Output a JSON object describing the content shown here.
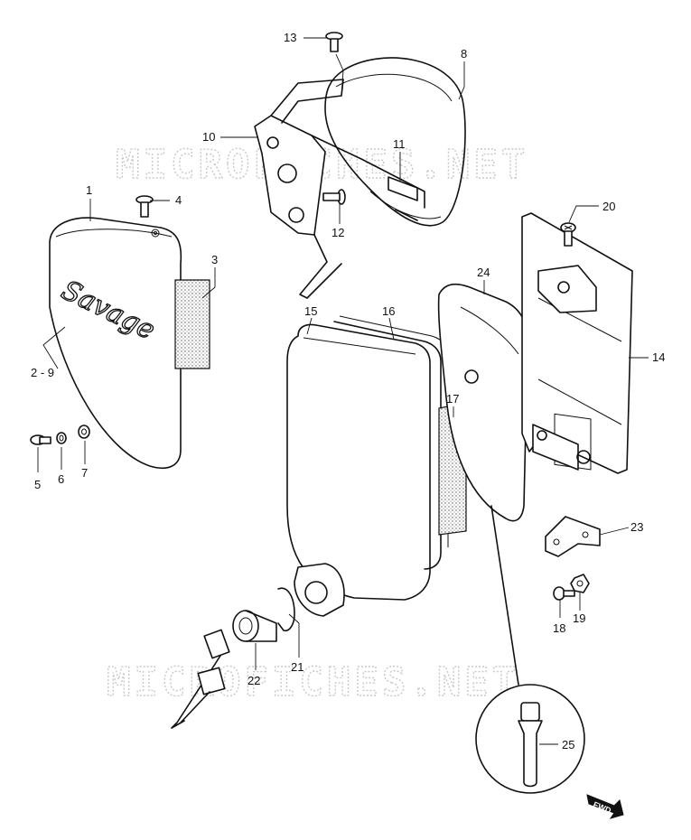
{
  "watermarks": [
    "MICROFICHES.NET",
    "MICROFICHES.NET"
  ],
  "emblem_text": "Savage",
  "direction_badge": "FWD",
  "part_labels": [
    {
      "id": "p1",
      "text": "1"
    },
    {
      "id": "p2",
      "text": "2 - 9"
    },
    {
      "id": "p3",
      "text": "3"
    },
    {
      "id": "p4",
      "text": "4"
    },
    {
      "id": "p5",
      "text": "5"
    },
    {
      "id": "p6",
      "text": "6"
    },
    {
      "id": "p7",
      "text": "7"
    },
    {
      "id": "p8",
      "text": "8"
    },
    {
      "id": "p10",
      "text": "10"
    },
    {
      "id": "p11",
      "text": "11"
    },
    {
      "id": "p12",
      "text": "12"
    },
    {
      "id": "p13",
      "text": "13"
    },
    {
      "id": "p14",
      "text": "14"
    },
    {
      "id": "p15",
      "text": "15"
    },
    {
      "id": "p16",
      "text": "16"
    },
    {
      "id": "p17",
      "text": "17"
    },
    {
      "id": "p18",
      "text": "18"
    },
    {
      "id": "p19",
      "text": "19"
    },
    {
      "id": "p20",
      "text": "20"
    },
    {
      "id": "p21",
      "text": "21"
    },
    {
      "id": "p22",
      "text": "22"
    },
    {
      "id": "p23",
      "text": "23"
    },
    {
      "id": "p24",
      "text": "24"
    },
    {
      "id": "p25",
      "text": "25"
    }
  ]
}
